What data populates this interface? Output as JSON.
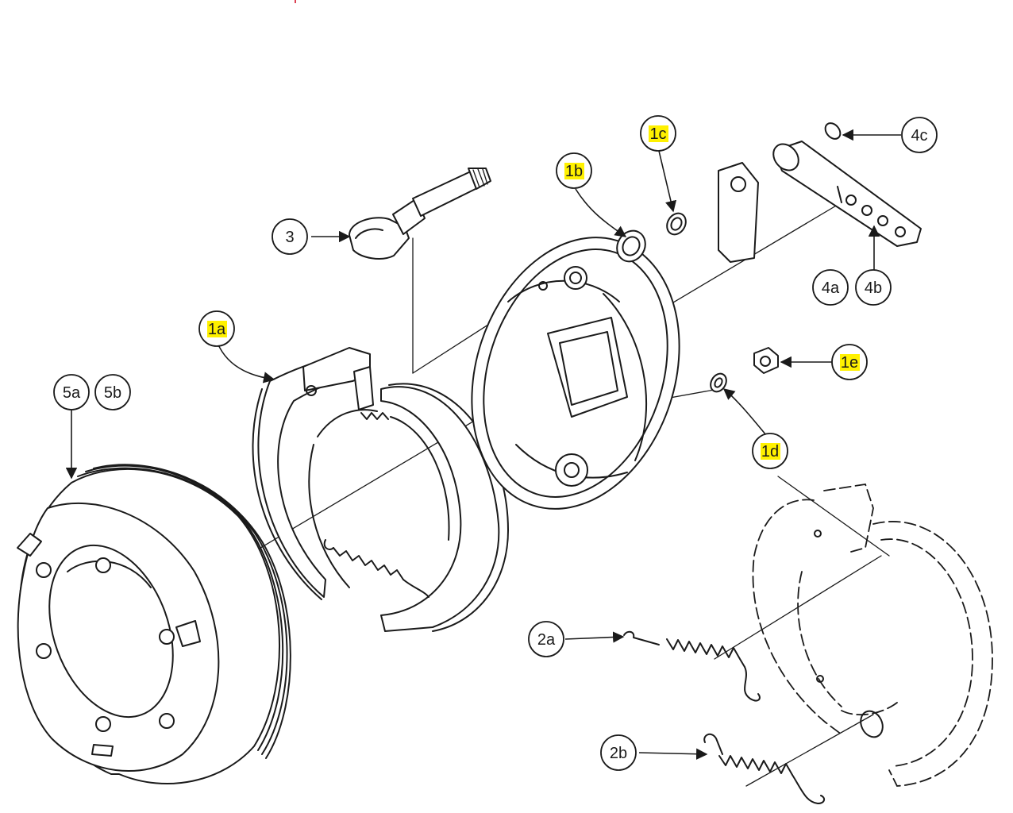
{
  "callouts": {
    "c1a": "1a",
    "c1b": "1b",
    "c1c": "1c",
    "c1d": "1d",
    "c1e": "1e",
    "c2a": "2a",
    "c2b": "2b",
    "c3": "3",
    "c4a": "4a",
    "c4b": "4b",
    "c4c": "4c",
    "c5a": "5a",
    "c5b": "5b"
  },
  "colors": {
    "highlight": "#fff100",
    "ink": "#1a1a1a",
    "background": "#ffffff"
  }
}
